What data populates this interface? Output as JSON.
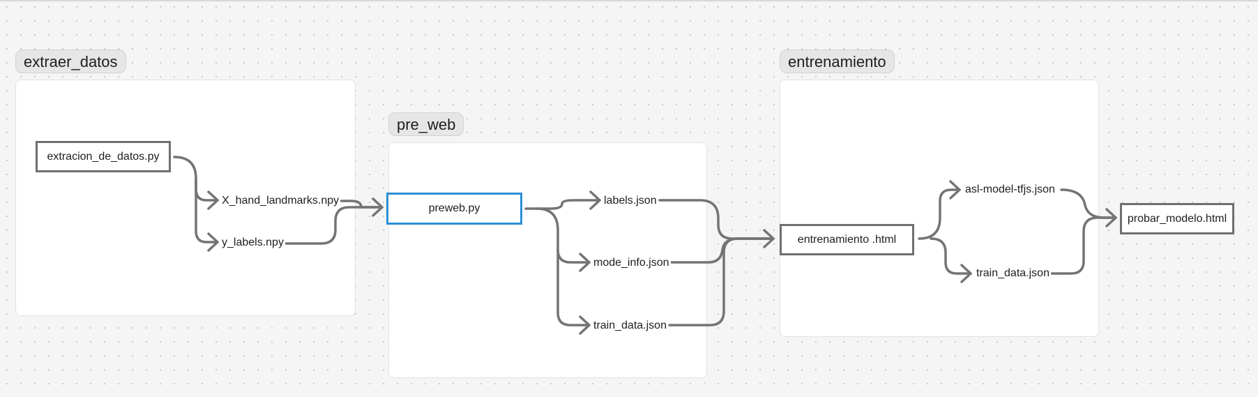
{
  "sections": {
    "extraer": {
      "title": "extraer_datos"
    },
    "pre_web": {
      "title": "pre_web"
    },
    "entrenamiento": {
      "title": "entrenamiento"
    }
  },
  "nodes": {
    "extracion": "extracion_de_datos.py",
    "x_hand": "X_hand_landmarks.npy",
    "y_labels": "y_labels.npy",
    "preweb": "preweb.py",
    "labels_json": "labels.json",
    "mode_info": "mode_info.json",
    "train_data_pre": "train_data.json",
    "entrenamiento_html": "entrenamiento .html",
    "asl_model": "asl-model-tfjs.json",
    "train_data_ent": "train_data.json",
    "probar_modelo": "probar_modelo.html"
  },
  "colors": {
    "edge": "#747474",
    "node_border": "#6f6f6f",
    "selected_border": "#2b8fd6"
  }
}
